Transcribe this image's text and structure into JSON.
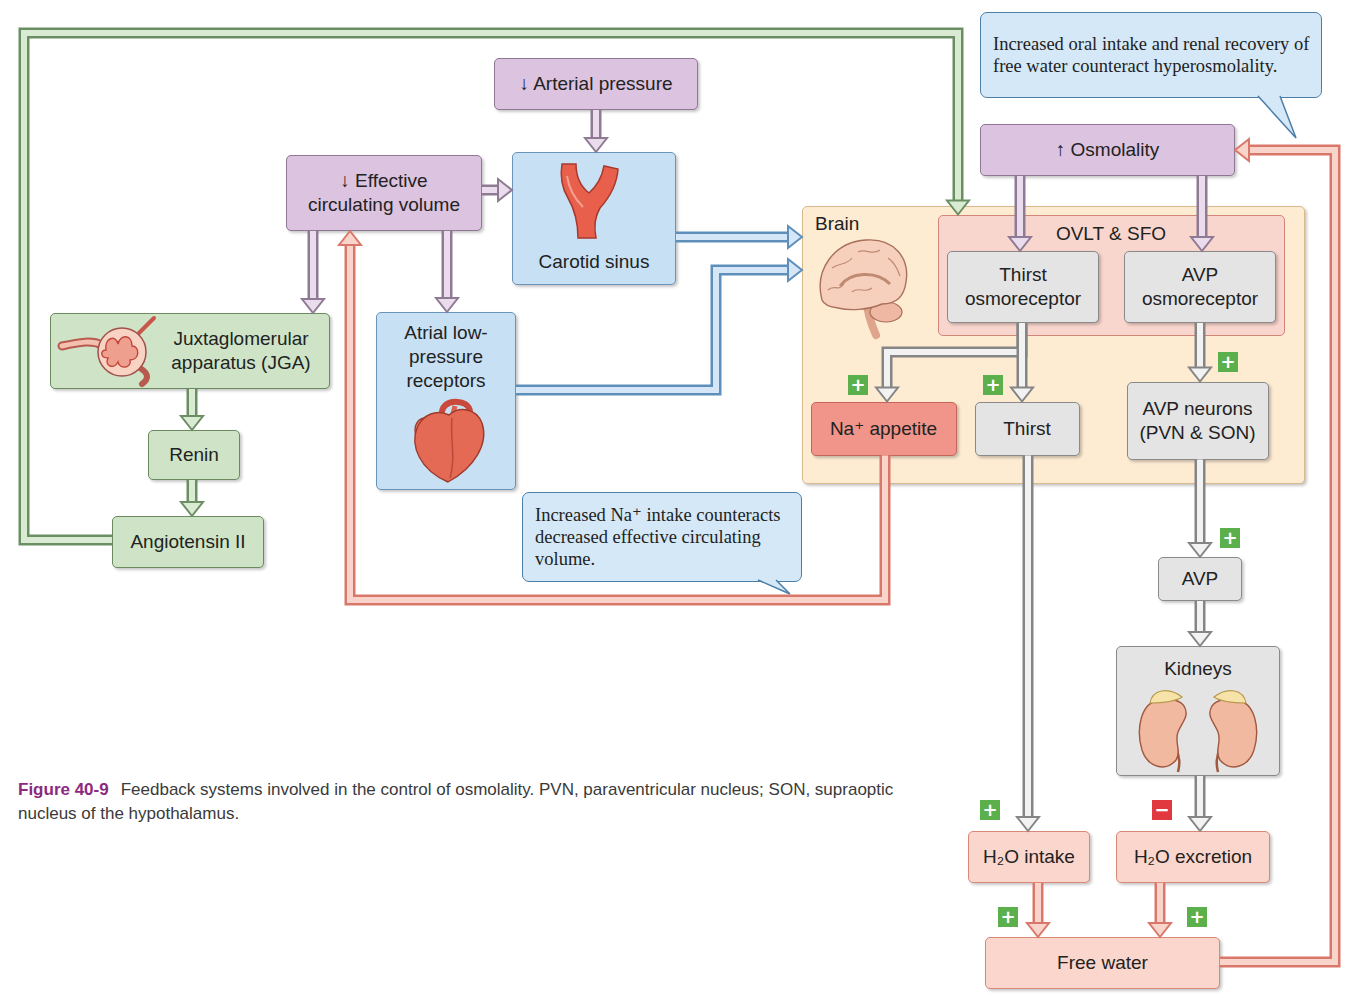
{
  "diagram": {
    "caption": "Feedback systems involved in the control of osmolality. PVN, paraventricular nucleus; SON, supraoptic nucleus of the hypothalamus.",
    "nodes": [
      {
        "text": [
          "Increased oral intake and renal recovery of free water counteract hyperosmolality."
        ]
      },
      {
        "text": [
          "↓ Arterial pressure"
        ]
      },
      {
        "text": [
          "↑ Osmolality"
        ]
      },
      {
        "text": [
          "↓ Effective circulating volume"
        ]
      },
      {
        "text": [
          "Carotid sinus"
        ]
      },
      {
        "text": [
          "Brain"
        ]
      },
      {
        "text": [
          "OVLT & SFO"
        ],
        "in": 5
      },
      {
        "text": [
          "Thirst osmoreceptor"
        ],
        "in": 6
      },
      {
        "text": [
          "AVP osmoreceptor"
        ],
        "in": 6
      },
      {
        "text": [
          "Juxtaglomerular apparatus (JGA)"
        ]
      },
      {
        "text": [
          "Atrial low-pressure receptors"
        ]
      },
      {
        "text": [
          "Na⁺ appetite"
        ],
        "in": 5
      },
      {
        "text": [
          "Thirst"
        ],
        "in": 5
      },
      {
        "text": [
          "AVP neurons (PVN & SON)"
        ],
        "in": 5
      },
      {
        "text": [
          "Renin"
        ]
      },
      {
        "text": [
          "Angiotensin II"
        ]
      },
      {
        "text": [
          "Increased Na⁺ intake counteracts decreased effective circulating volume."
        ]
      },
      {
        "text": [
          "AVP"
        ]
      },
      {
        "text": [
          "Kidneys"
        ]
      },
      {
        "text": [
          "H₂O intake"
        ]
      },
      {
        "text": [
          "H₂O excretion"
        ]
      },
      {
        "text": [
          "Free water"
        ]
      }
    ],
    "edges": [
      {
        "from": 1,
        "to": 4,
        "arrow": "to"
      },
      {
        "from": 3,
        "to": 4,
        "arrow": "to"
      },
      {
        "from": 3,
        "to": 9,
        "arrow": "to"
      },
      {
        "from": 3,
        "to": 10,
        "arrow": "to"
      },
      {
        "from": 4,
        "to": 5,
        "arrow": "to"
      },
      {
        "from": 10,
        "to": 5,
        "arrow": "to"
      },
      {
        "from": 9,
        "to": 14,
        "arrow": "to"
      },
      {
        "from": 14,
        "to": 15,
        "arrow": "to"
      },
      {
        "from": 15,
        "to": 6,
        "arrow": "to"
      },
      {
        "from": 2,
        "to": 7,
        "arrow": "to"
      },
      {
        "from": 2,
        "to": 8,
        "arrow": "to"
      },
      {
        "from": 7,
        "to": 11,
        "arrow": "to"
      },
      {
        "from": 7,
        "to": 12,
        "arrow": "to"
      },
      {
        "from": 8,
        "to": 13,
        "arrow": "to"
      },
      {
        "from": 13,
        "to": 17,
        "arrow": "to"
      },
      {
        "from": 17,
        "to": 18,
        "arrow": "to"
      },
      {
        "from": 18,
        "to": 20,
        "arrow": "to"
      },
      {
        "from": 12,
        "to": 19,
        "arrow": "to"
      },
      {
        "from": 19,
        "to": 21,
        "arrow": "to"
      },
      {
        "from": 20,
        "to": 21,
        "arrow": "to"
      },
      {
        "from": 21,
        "to": 2,
        "arrow": "to"
      },
      {
        "from": 11,
        "to": 3,
        "arrow": "to"
      }
    ],
    "labels": [
      "+",
      "+",
      "+",
      "+",
      "+",
      "−",
      "+",
      "+",
      "Figure 40-9"
    ]
  }
}
